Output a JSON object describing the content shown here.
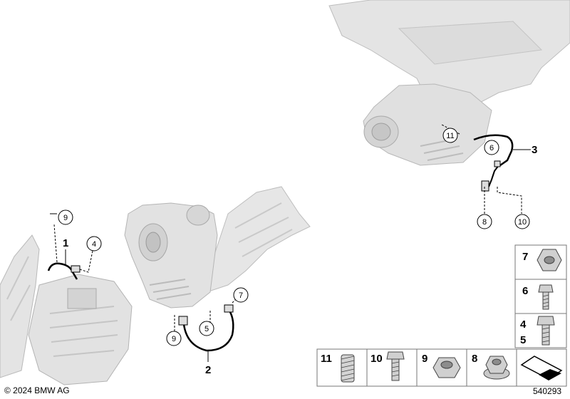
{
  "callouts": {
    "c1": "1",
    "c2": "2",
    "c3": "3",
    "c4": "4",
    "c5": "5",
    "c6": "6",
    "c7": "7",
    "c8": "8",
    "c9a": "9",
    "c9b": "9",
    "c10": "10",
    "c11": "11"
  },
  "legend": {
    "right": [
      {
        "label": "7"
      },
      {
        "label": "6"
      },
      {
        "label": "4",
        "label2": "5"
      }
    ],
    "bottom": [
      {
        "label": "11"
      },
      {
        "label": "10"
      },
      {
        "label": "9"
      },
      {
        "label": "8"
      }
    ]
  },
  "footer": {
    "copyright": "© 2024 BMW AG",
    "diagram_number": "540293"
  },
  "colors": {
    "part_fill": "#e4e4e4",
    "part_shade": "#cfcfcf",
    "line": "#000000",
    "legend_border": "#777777"
  }
}
